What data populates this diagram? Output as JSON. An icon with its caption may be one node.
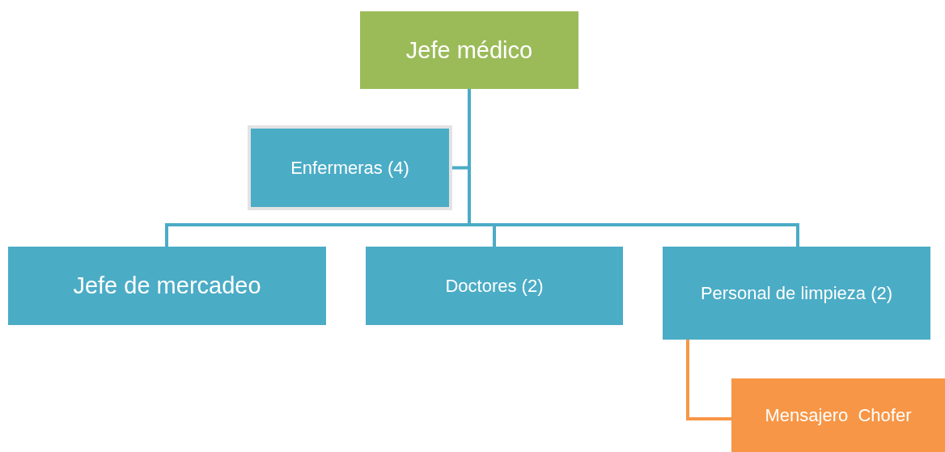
{
  "diagram": {
    "nodes": [
      {
        "text": [
          "Jefe médico"
        ]
      },
      {
        "text": [
          "Enfermeras (4)"
        ]
      },
      {
        "text": [
          "Jefe de mercadeo"
        ]
      },
      {
        "text": [
          "Doctores (2)"
        ]
      },
      {
        "text": [
          "Personal de limpieza (2)"
        ]
      },
      {
        "text": [
          "Mensajero  Chofer"
        ]
      }
    ],
    "edges": [
      {
        "from": 0,
        "to": 1,
        "arrow": "none"
      },
      {
        "from": 0,
        "to": 2,
        "arrow": "none"
      },
      {
        "from": 0,
        "to": 3,
        "arrow": "none"
      },
      {
        "from": 0,
        "to": 4,
        "arrow": "none"
      },
      {
        "from": 4,
        "to": 5,
        "arrow": "none",
        "color": "#f79646"
      }
    ]
  }
}
